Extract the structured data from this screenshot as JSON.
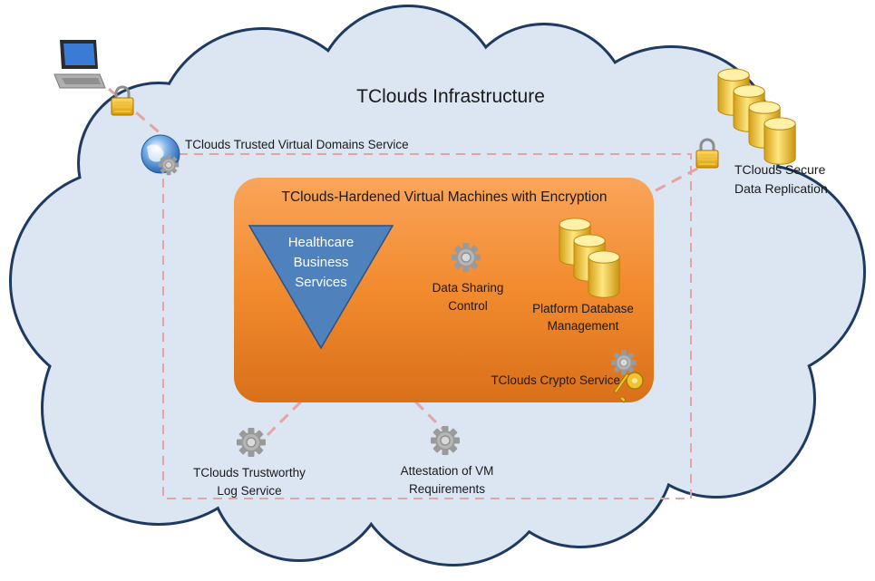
{
  "title": "TClouds Infrastructure",
  "trusted_domains_label": "TClouds Trusted Virtual Domains Service",
  "secure_replication": {
    "line1": "TClouds Secure",
    "line2": "Data Replication"
  },
  "hardened_vm_title": "TClouds-Hardened Virtual Machines with Encryption",
  "healthcare": {
    "line1": "Healthcare",
    "line2": "Business",
    "line3": "Services"
  },
  "data_sharing": {
    "line1": "Data Sharing",
    "line2": "Control"
  },
  "platform_db": {
    "line1": "Platform Database",
    "line2": "Management"
  },
  "crypto_service": "TClouds Crypto Service",
  "trustworthy_log": {
    "line1": "TClouds Trustworthy",
    "line2": "Log Service"
  },
  "attestation": {
    "line1": "Attestation of VM",
    "line2": "Requirements"
  },
  "colors": {
    "cloud_fill": "#dce6f2",
    "cloud_stroke": "#1f3a60",
    "vm_box": "#f79646",
    "triangle": "#4f81bd",
    "dashed_line": "#e6a3a3",
    "database": "#f4d03f"
  },
  "icons": [
    "laptop-icon",
    "padlock-icon",
    "globe-gear-icon",
    "gear-icon",
    "database-icon",
    "key-icon"
  ]
}
